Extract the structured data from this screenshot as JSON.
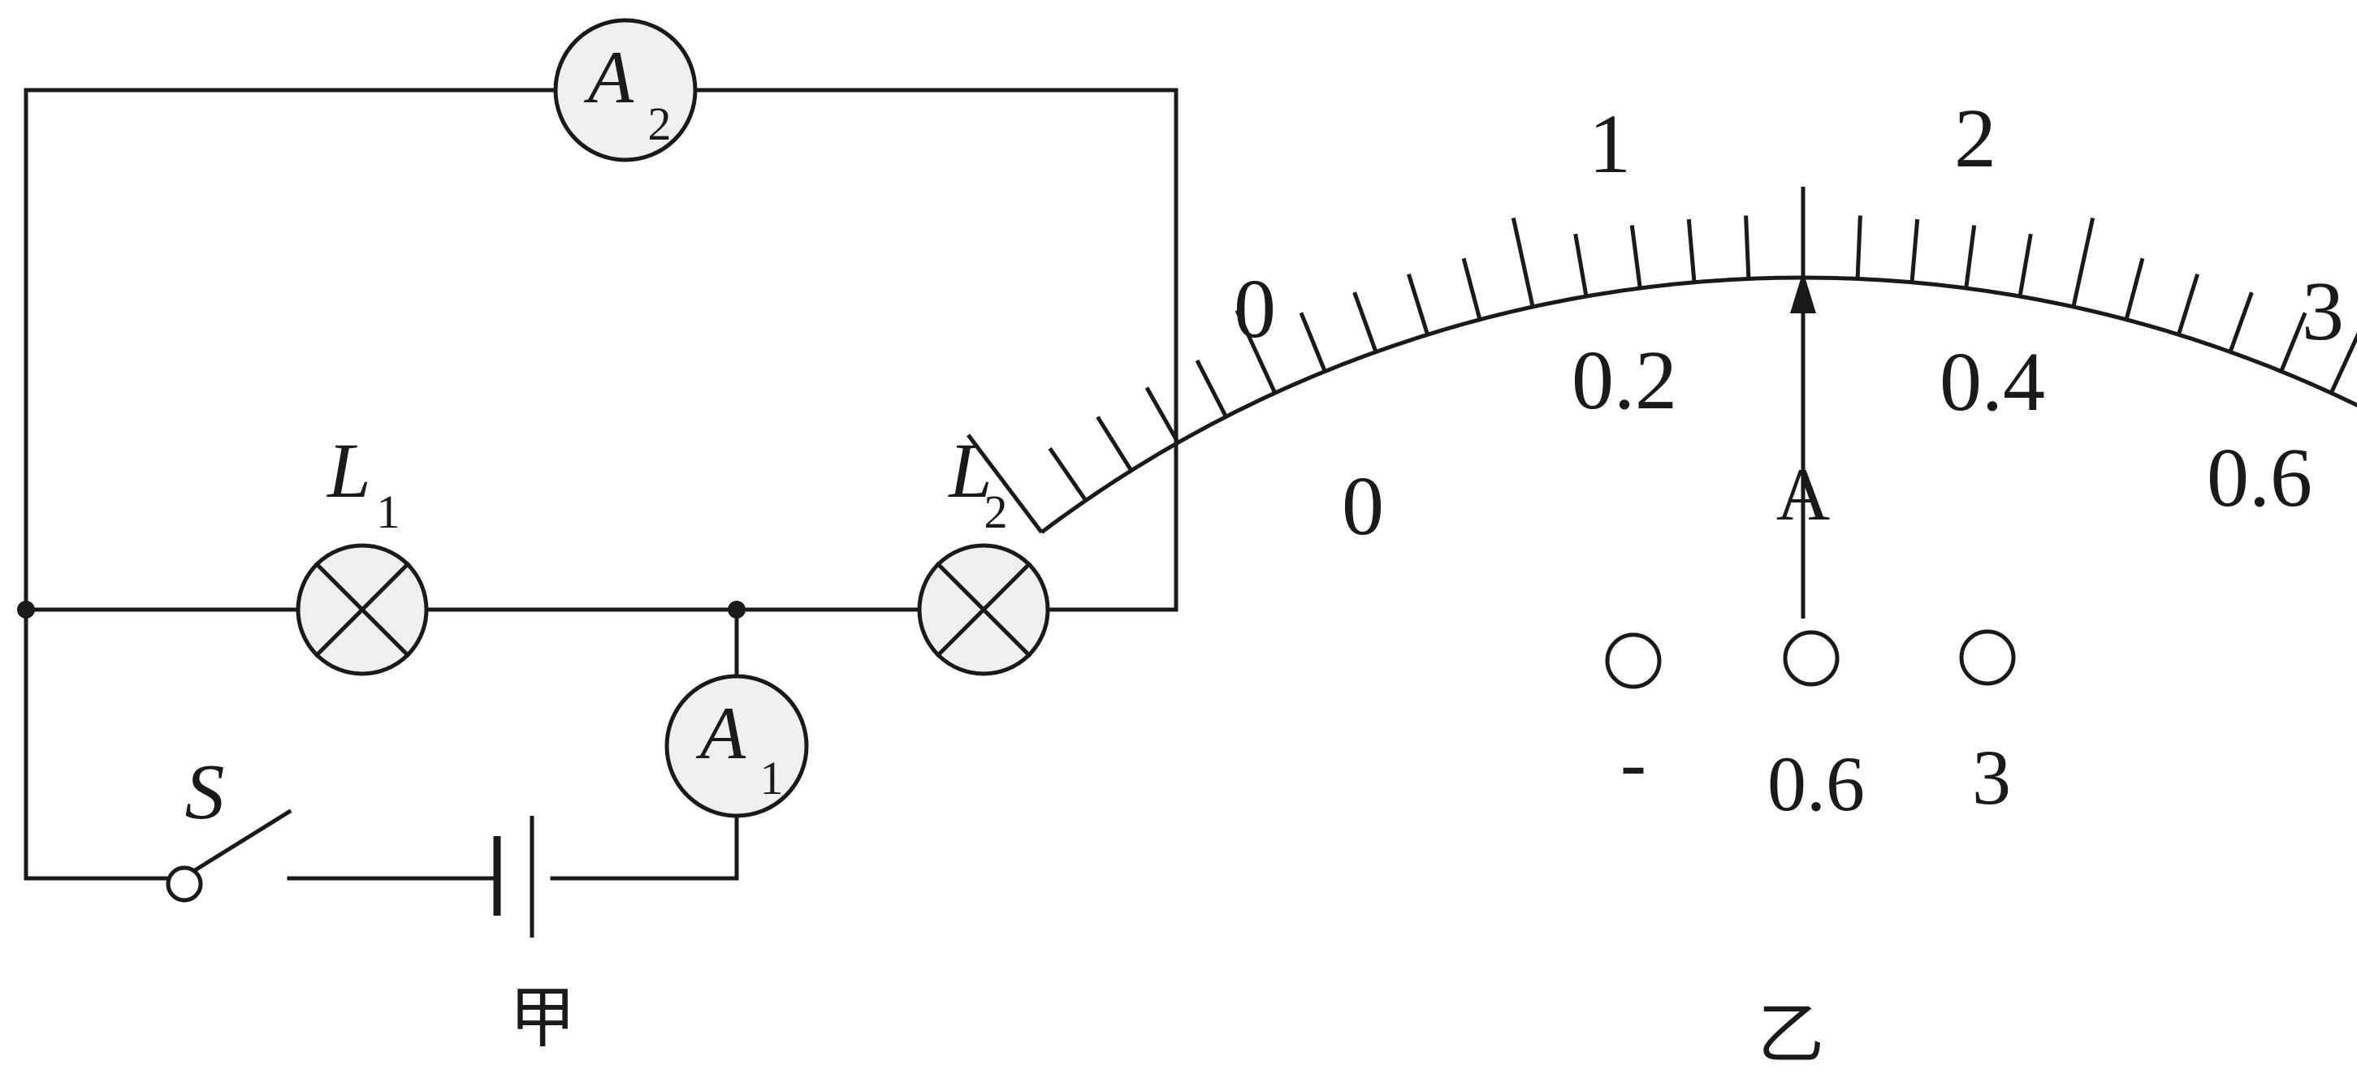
{
  "circuit": {
    "caption": "甲",
    "ammeter_a2": {
      "letter": "A",
      "sub": "2"
    },
    "ammeter_a1": {
      "letter": "A",
      "sub": "1"
    },
    "lamp_l1": {
      "letter": "L",
      "sub": "1"
    },
    "lamp_l2": {
      "letter": "L",
      "sub": "2"
    },
    "switch_label": "S"
  },
  "meter": {
    "caption": "乙",
    "unit": "A",
    "outer_scale": {
      "min": 0,
      "max": 3,
      "labels": [
        "0",
        "1",
        "2",
        "3"
      ]
    },
    "inner_scale": {
      "min": 0,
      "max": 0.6,
      "labels": [
        "0",
        "0.2",
        "0.4",
        "0.6"
      ]
    },
    "divisions": 30,
    "pointer_fraction": 0.5,
    "terminals": [
      "-",
      "0.6",
      "3"
    ]
  },
  "colors": {
    "ink": "#1a1a1a",
    "fill": "#efefef"
  }
}
